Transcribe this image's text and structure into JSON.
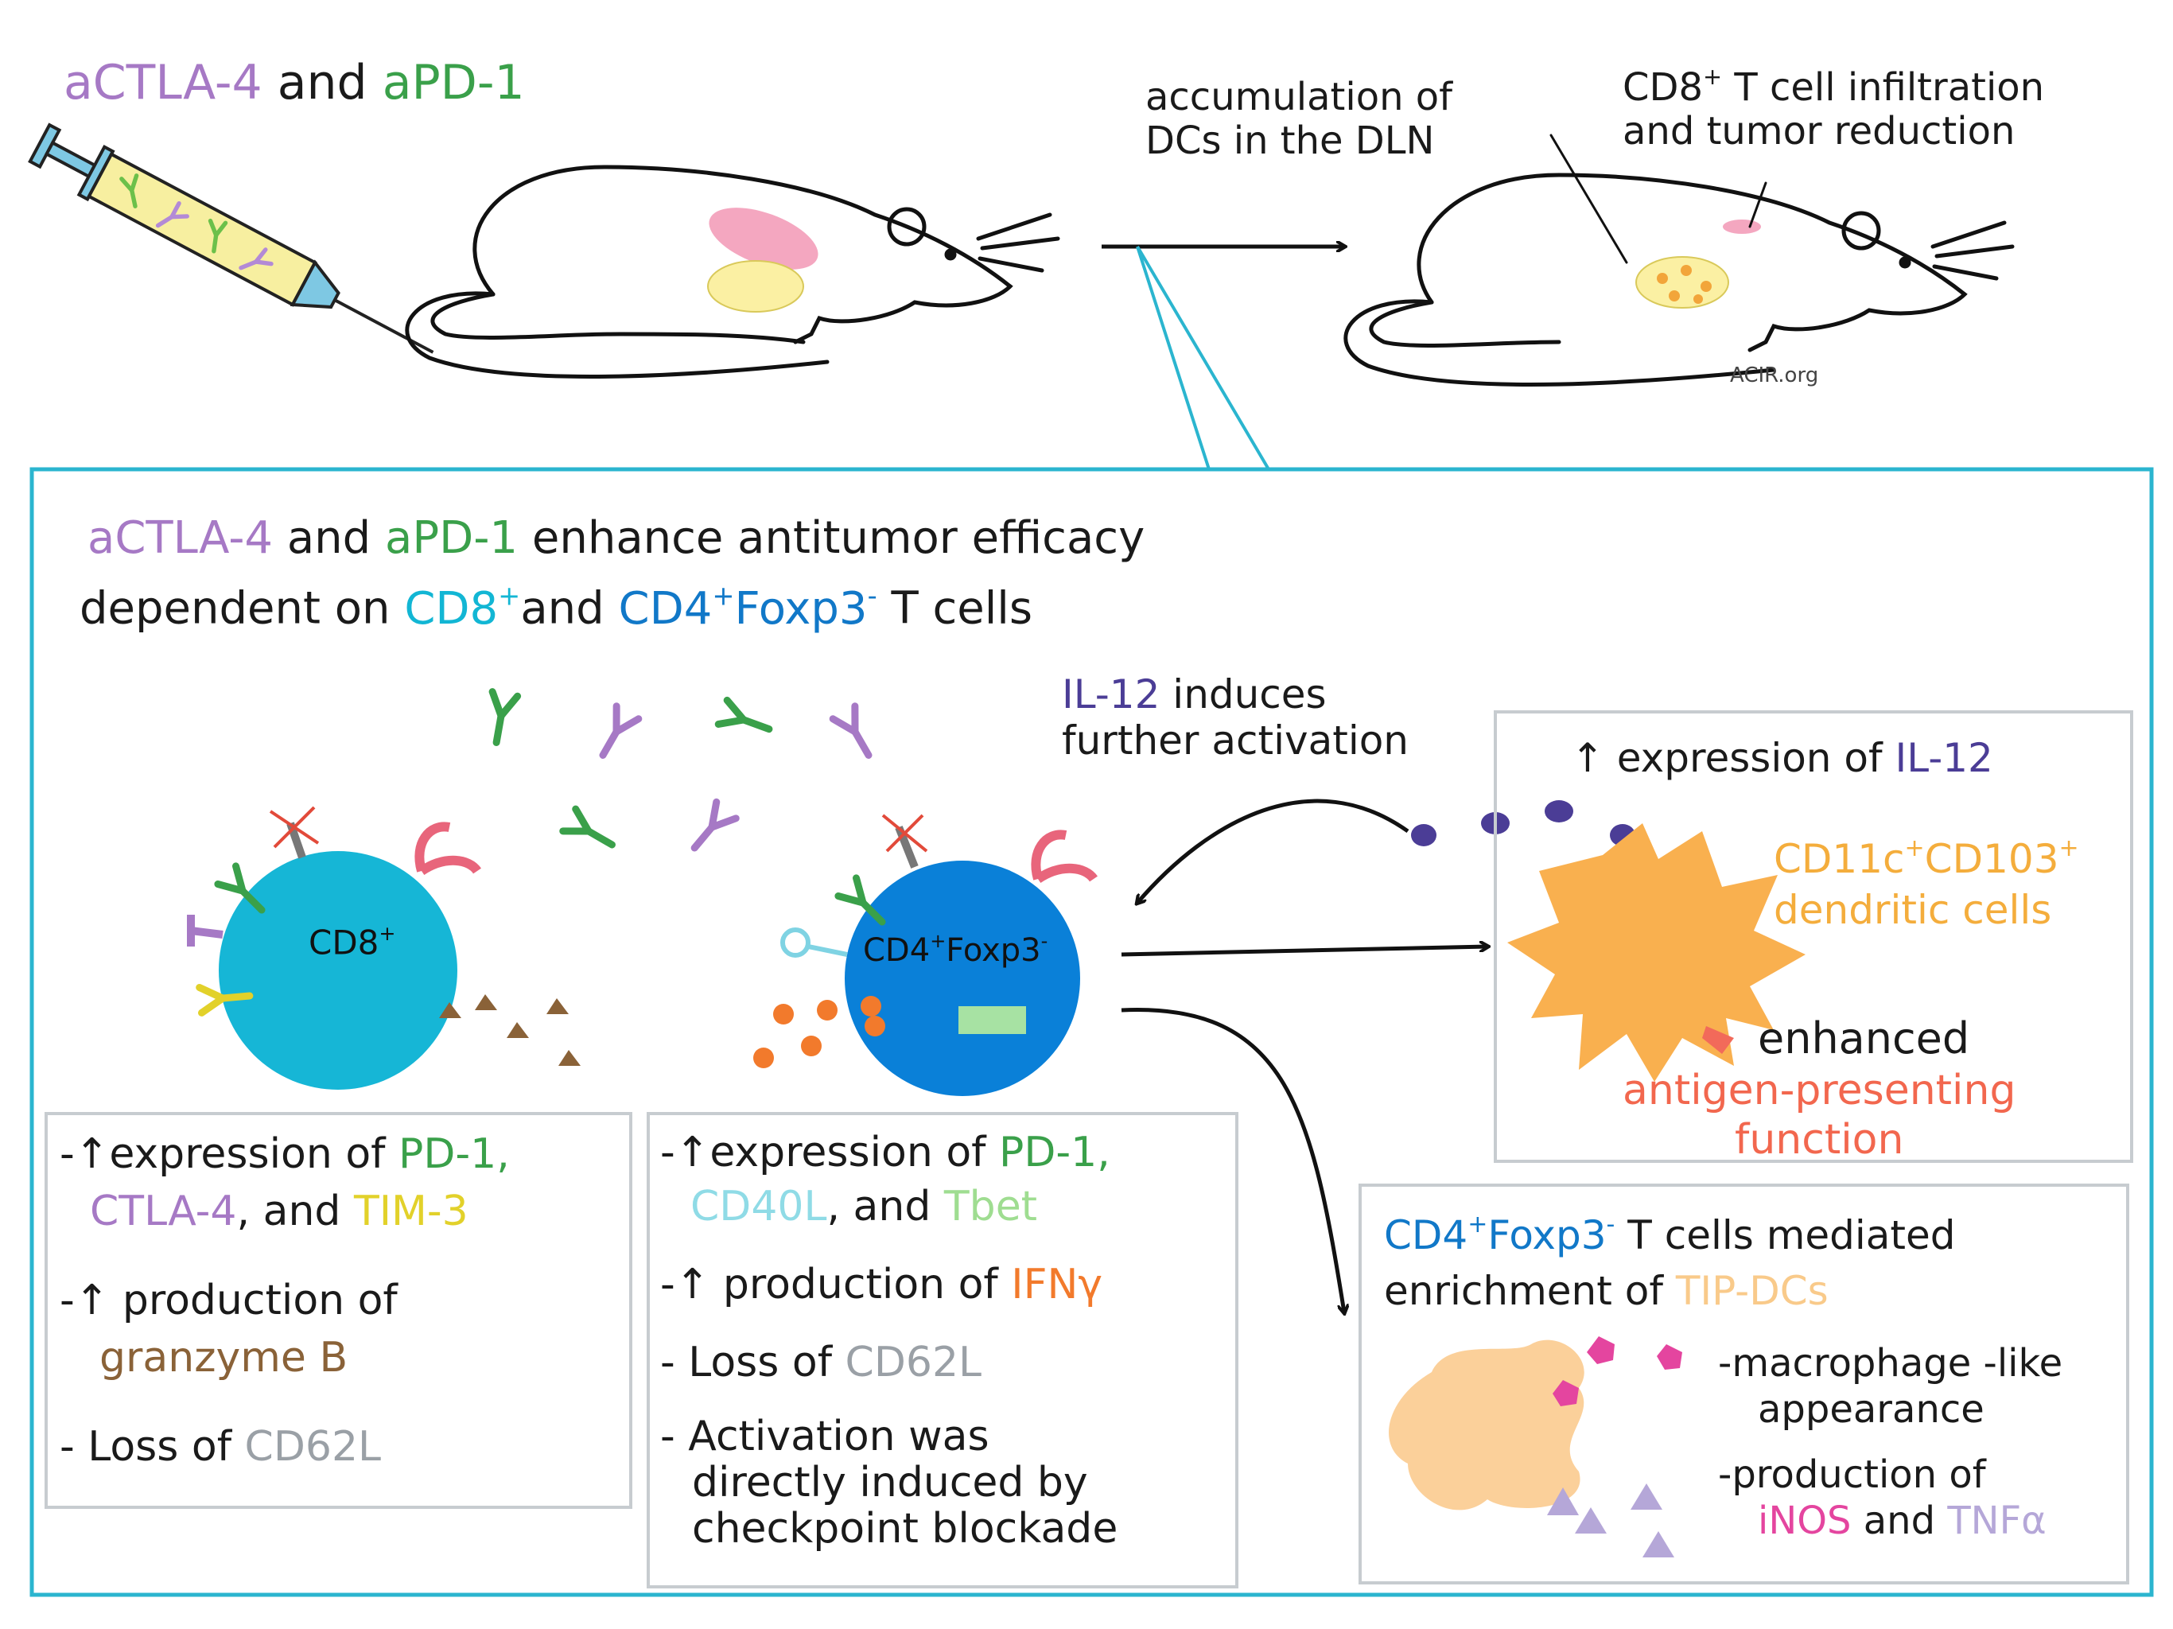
{
  "top": {
    "title_actla4": "aCTLA-4",
    "title_and": "and",
    "title_apd1": "aPD-1",
    "dln_line1": "accumulation of",
    "dln_line2": "DCs in the DLN",
    "cd8_line1_pre": "CD8",
    "cd8_line1_sup": "+",
    "cd8_line1_post": " T cell infiltration",
    "cd8_line2": "and tumor reduction",
    "credit": "ACIR.org"
  },
  "panel": {
    "h_actla4": "aCTLA-4",
    "h_and": "and",
    "h_apd1": "aPD-1",
    "h_rest1": "enhance antitumor efficacy",
    "h2_pre": "dependent on",
    "h2_cd8": "CD8",
    "h2_cd8_sup": "+",
    "h2_and": "and",
    "h2_cd4": "CD4",
    "h2_cd4_sup": "+",
    "h2_foxp3": "Foxp3",
    "h2_foxp3_sup": "-",
    "h2_tcells": "T cells",
    "il12_line1_a": "IL-12",
    "il12_line1_b": "induces",
    "il12_line2": "further activation"
  },
  "cells": {
    "cd8_label": "CD8",
    "cd8_sup": "+",
    "cd4_label": "CD4",
    "cd4_sup": "+",
    "cd4_foxp3": "Foxp3",
    "cd4_foxp3_sup": "-"
  },
  "box_cd8": {
    "l1_a": "-↑expression of",
    "l1_b": "PD-1,",
    "l2_a": "CTLA-4",
    "l2_b": ", and",
    "l2_c": "TIM-3",
    "l3_a": "-↑ production of",
    "l4_a": "granzyme B",
    "l5_a": "- Loss of",
    "l5_b": "CD62L"
  },
  "box_cd4": {
    "l1_a": "-↑expression of",
    "l1_b": "PD-1,",
    "l2_a": "CD40L",
    "l2_b": ", and",
    "l2_c": "Tbet",
    "l3_a": "-↑ production of",
    "l3_b": "IFNγ",
    "l4_a": "- Loss of",
    "l4_b": "CD62L",
    "l5": "- Activation was",
    "l6": "directly induced by",
    "l7": "checkpoint blockade"
  },
  "box_dc": {
    "l1_a": "↑ expression of",
    "l1_b": "IL-12",
    "l2_a": "CD11c",
    "l2_sup1": "+",
    "l2_b": "CD103",
    "l2_sup2": "+",
    "l3": "dendritic cells",
    "l4": "enhanced",
    "l5": "antigen-presenting",
    "l6": "function"
  },
  "box_tip": {
    "l1_a": "CD4",
    "l1_sup1": "+",
    "l1_b": "Foxp3",
    "l1_sup2": "-",
    "l1_c": "T cells mediated",
    "l2_a": "enrichment of",
    "l2_b": "TIP-DCs",
    "l3": "-macrophage -like",
    "l4": "appearance",
    "l5": "-production of",
    "l6_a": "iNOS",
    "l6_b": "and",
    "l6_c": "TNFα"
  }
}
